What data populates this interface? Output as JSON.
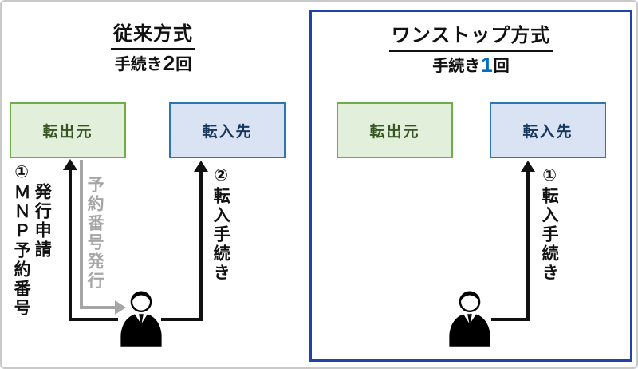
{
  "diagram": {
    "left_panel": {
      "title": "従来方式",
      "procedure_label_prefix": "手続き",
      "procedure_count": "2",
      "procedure_label_suffix": "回",
      "source_box_label": "転出元",
      "destination_box_label": "転入先",
      "step1_label_line1": "①ＭＮＰ予約番号",
      "step1_label_line2": "発行申請",
      "reservation_issue_label": "予約番号発行",
      "step2_label": "②転入手続き"
    },
    "right_panel": {
      "title": "ワンストップ方式",
      "procedure_label_prefix": "手続き",
      "procedure_count": "1",
      "procedure_label_suffix": "回",
      "source_box_label": "転出元",
      "destination_box_label": "転入先",
      "step1_label": "①転入手続き"
    },
    "colors": {
      "source_box_fill": "#e2efda",
      "source_box_border": "#70ad47",
      "source_box_text": "#375623",
      "destination_box_fill": "#dae3f3",
      "destination_box_border": "#2e75b6",
      "destination_box_text": "#17375e",
      "onestop_frame_border": "#2243a6",
      "highlight_count_blue": "#0070c0",
      "gray_arrow": "#a6a6a6",
      "arrow_black": "#111111"
    }
  }
}
